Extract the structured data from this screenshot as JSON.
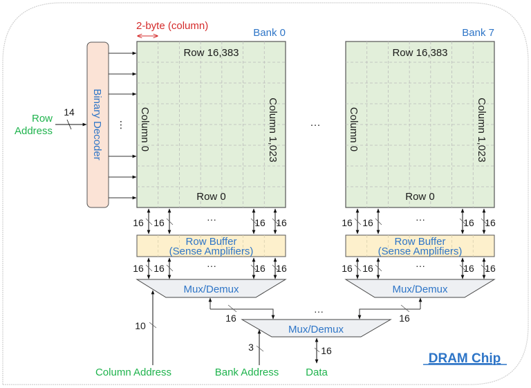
{
  "title": "DRAM Chip",
  "colors": {
    "bank_fill": "#e2efda",
    "row_buffer_fill": "#fdf0cc",
    "decoder_fill": "#fbe3d6",
    "mux_fill": "#eef0f3",
    "label_blue": "#2e75c7",
    "label_green": "#1fb34d",
    "label_red": "#d42a2a"
  },
  "column_width_label": "2-byte (column)",
  "decoder": {
    "label": "Binary Decoder",
    "ellipsis": "⋮"
  },
  "row_address": {
    "label_line1": "Row",
    "label_line2": "Address",
    "width_bits": "14"
  },
  "banks": [
    {
      "name": "Bank 0",
      "top_row": "Row 16,383",
      "bottom_row": "Row 0",
      "first_column": "Column 0",
      "last_column": "Column 1,023",
      "row_buffer_line1": "Row Buffer",
      "row_buffer_line2": "(Sense Amplifiers)",
      "mux_label": "Mux/Demux",
      "bus_widths_top": [
        "16",
        "16",
        "16",
        "16"
      ],
      "bus_widths_bottom": [
        "16",
        "16",
        "16",
        "16"
      ],
      "ellipsis": "···",
      "output_width": "16"
    },
    {
      "name": "Bank 7",
      "top_row": "Row 16,383",
      "bottom_row": "Row 0",
      "first_column": "Column 0",
      "last_column": "Column 1,023",
      "row_buffer_line1": "Row Buffer",
      "row_buffer_line2": "(Sense Amplifiers)",
      "mux_label": "Mux/Demux",
      "bus_widths_top": [
        "16",
        "16",
        "16",
        "16"
      ],
      "bus_widths_bottom": [
        "16",
        "16",
        "16",
        "16"
      ],
      "ellipsis": "···",
      "output_width": "16"
    }
  ],
  "between_banks_ellipsis": "···",
  "bank_mux": {
    "label": "Mux/Demux",
    "ellipsis": "···"
  },
  "column_address": {
    "label": "Column Address",
    "width_bits": "10"
  },
  "bank_address": {
    "label": "Bank Address",
    "width_bits": "3"
  },
  "data": {
    "label": "Data",
    "width_bits": "16"
  }
}
